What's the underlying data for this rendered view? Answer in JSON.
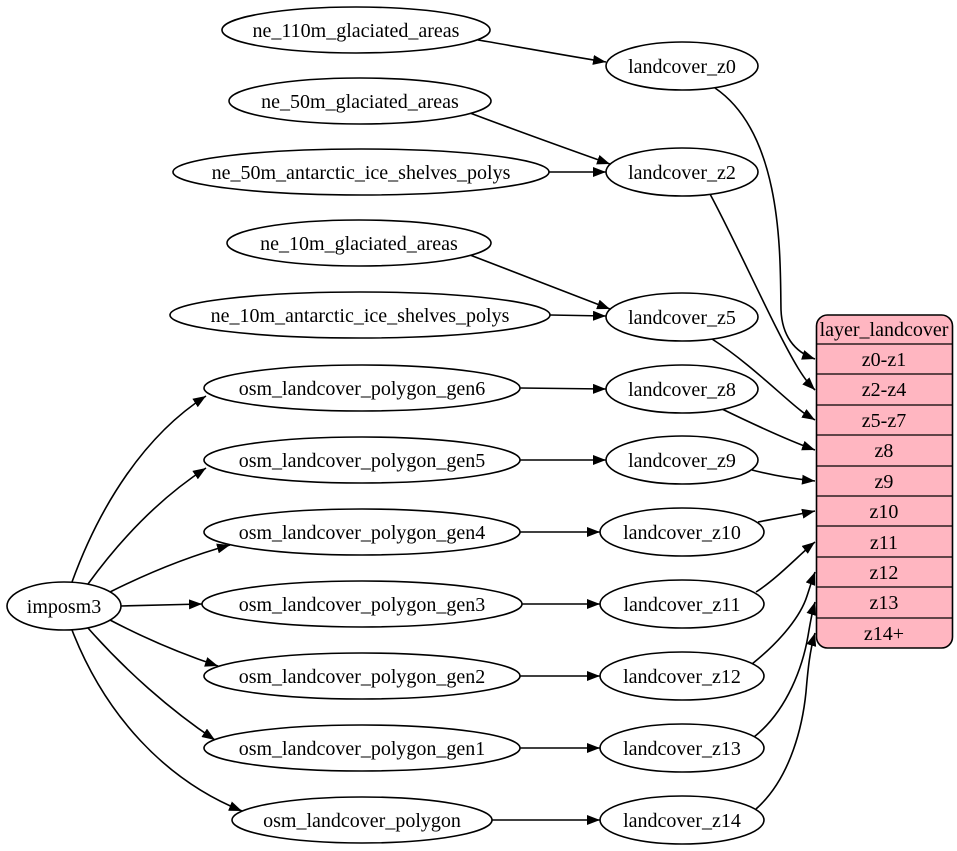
{
  "colors": {
    "record_fill": "#ffb6c1",
    "node_fill": "#ffffff",
    "edge_color": "#000000",
    "background": "#ffffff"
  },
  "nodes": {
    "imposm3": {
      "label": "imposm3"
    },
    "ne_110m_glaciated_areas": {
      "label": "ne_110m_glaciated_areas"
    },
    "ne_50m_glaciated_areas": {
      "label": "ne_50m_glaciated_areas"
    },
    "ne_50m_antarctic_ice_shelves_polys": {
      "label": "ne_50m_antarctic_ice_shelves_polys"
    },
    "ne_10m_glaciated_areas": {
      "label": "ne_10m_glaciated_areas"
    },
    "ne_10m_antarctic_ice_shelves_polys": {
      "label": "ne_10m_antarctic_ice_shelves_polys"
    },
    "osm_landcover_polygon_gen6": {
      "label": "osm_landcover_polygon_gen6"
    },
    "osm_landcover_polygon_gen5": {
      "label": "osm_landcover_polygon_gen5"
    },
    "osm_landcover_polygon_gen4": {
      "label": "osm_landcover_polygon_gen4"
    },
    "osm_landcover_polygon_gen3": {
      "label": "osm_landcover_polygon_gen3"
    },
    "osm_landcover_polygon_gen2": {
      "label": "osm_landcover_polygon_gen2"
    },
    "osm_landcover_polygon_gen1": {
      "label": "osm_landcover_polygon_gen1"
    },
    "osm_landcover_polygon": {
      "label": "osm_landcover_polygon"
    },
    "landcover_z0": {
      "label": "landcover_z0"
    },
    "landcover_z2": {
      "label": "landcover_z2"
    },
    "landcover_z5": {
      "label": "landcover_z5"
    },
    "landcover_z8": {
      "label": "landcover_z8"
    },
    "landcover_z9": {
      "label": "landcover_z9"
    },
    "landcover_z10": {
      "label": "landcover_z10"
    },
    "landcover_z11": {
      "label": "landcover_z11"
    },
    "landcover_z12": {
      "label": "landcover_z12"
    },
    "landcover_z13": {
      "label": "landcover_z13"
    },
    "landcover_z14": {
      "label": "landcover_z14"
    }
  },
  "record": {
    "title": "layer_landcover",
    "rows": [
      "z0-z1",
      "z2-z4",
      "z5-z7",
      "z8",
      "z9",
      "z10",
      "z11",
      "z12",
      "z13",
      "z14+"
    ]
  },
  "edges": [
    {
      "from": "ne_110m_glaciated_areas",
      "to": "landcover_z0"
    },
    {
      "from": "ne_50m_glaciated_areas",
      "to": "landcover_z2"
    },
    {
      "from": "ne_50m_antarctic_ice_shelves_polys",
      "to": "landcover_z2"
    },
    {
      "from": "ne_10m_glaciated_areas",
      "to": "landcover_z5"
    },
    {
      "from": "ne_10m_antarctic_ice_shelves_polys",
      "to": "landcover_z5"
    },
    {
      "from": "osm_landcover_polygon_gen6",
      "to": "landcover_z8"
    },
    {
      "from": "osm_landcover_polygon_gen5",
      "to": "landcover_z9"
    },
    {
      "from": "osm_landcover_polygon_gen4",
      "to": "landcover_z10"
    },
    {
      "from": "osm_landcover_polygon_gen3",
      "to": "landcover_z11"
    },
    {
      "from": "osm_landcover_polygon_gen2",
      "to": "landcover_z12"
    },
    {
      "from": "osm_landcover_polygon_gen1",
      "to": "landcover_z13"
    },
    {
      "from": "osm_landcover_polygon",
      "to": "landcover_z14"
    },
    {
      "from": "imposm3",
      "to": "osm_landcover_polygon_gen6"
    },
    {
      "from": "imposm3",
      "to": "osm_landcover_polygon_gen5"
    },
    {
      "from": "imposm3",
      "to": "osm_landcover_polygon_gen4"
    },
    {
      "from": "imposm3",
      "to": "osm_landcover_polygon_gen3"
    },
    {
      "from": "imposm3",
      "to": "osm_landcover_polygon_gen2"
    },
    {
      "from": "imposm3",
      "to": "osm_landcover_polygon_gen1"
    },
    {
      "from": "imposm3",
      "to": "osm_landcover_polygon"
    },
    {
      "from": "landcover_z0",
      "to": "layer_landcover.z0-z1"
    },
    {
      "from": "landcover_z2",
      "to": "layer_landcover.z2-z4"
    },
    {
      "from": "landcover_z5",
      "to": "layer_landcover.z5-z7"
    },
    {
      "from": "landcover_z8",
      "to": "layer_landcover.z8"
    },
    {
      "from": "landcover_z9",
      "to": "layer_landcover.z9"
    },
    {
      "from": "landcover_z10",
      "to": "layer_landcover.z10"
    },
    {
      "from": "landcover_z11",
      "to": "layer_landcover.z11"
    },
    {
      "from": "landcover_z12",
      "to": "layer_landcover.z12"
    },
    {
      "from": "landcover_z13",
      "to": "layer_landcover.z13"
    },
    {
      "from": "landcover_z14",
      "to": "layer_landcover.z14+"
    }
  ]
}
